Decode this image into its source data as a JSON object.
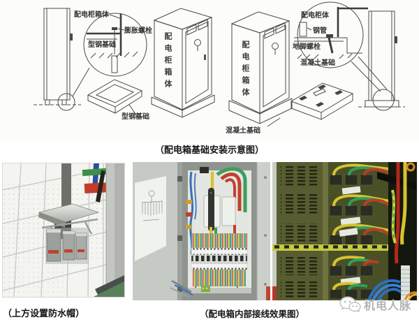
{
  "diagram": {
    "caption": "（配电箱基础安装示意图）",
    "labels": {
      "detail1_cabinet": "配电柜箱体",
      "detail1_bolt": "膨胀螺栓",
      "detail1_steel_base": "型钢基础",
      "steel_frame": "型钢基础",
      "cabinet1_vertical": "配电柜箱体",
      "cabinet2_vertical": "配电柜箱体",
      "cabinet2_concrete": "混凝土基础",
      "detail2_cabinet": "配电柜体",
      "detail2_pipe": "钢管",
      "detail2_anchor": "地脚螺栓",
      "detail2_concrete": "混凝土基础"
    }
  },
  "photos": {
    "waterproof_cap": {
      "caption": "（上方设置防水帽）"
    },
    "wiring": {
      "caption": "（配电箱内部接线效果图）"
    }
  },
  "watermark": {
    "text": "机电人脉",
    "icon": "wechat-icon"
  },
  "colors": {
    "cable_red": "#c1412e",
    "cable_green": "#3f9e58",
    "cable_yellow": "#d9c232",
    "cable_blue": "#3a6fb5",
    "panel_olive": "#575c31",
    "caption_text": "#151515",
    "watermark_gray": "#b3b3b3"
  }
}
